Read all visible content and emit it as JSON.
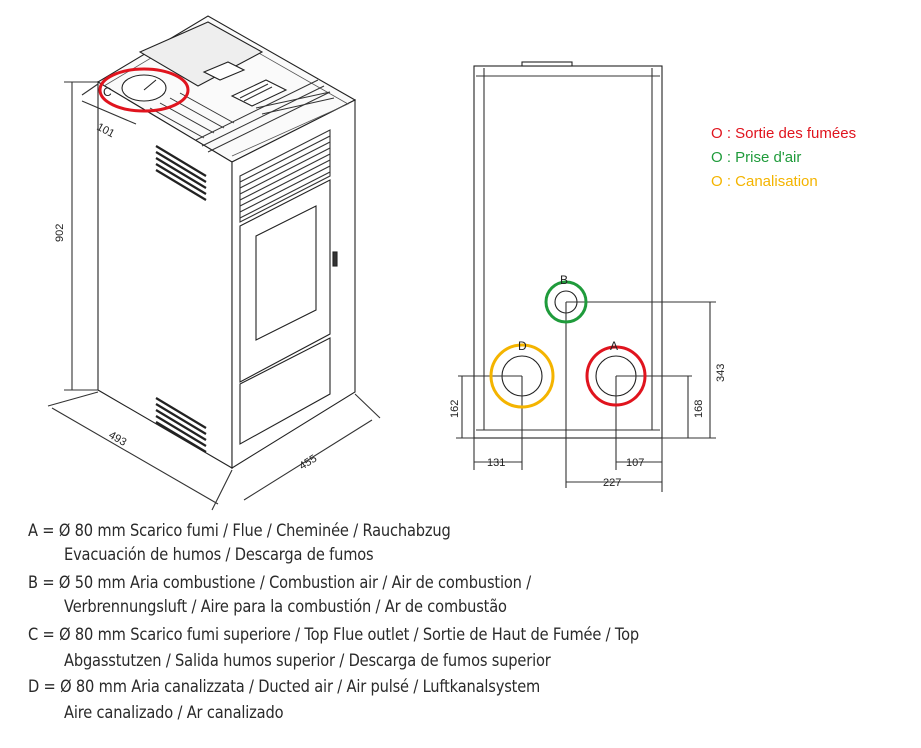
{
  "legend": {
    "red": "O : Sortie des fumées",
    "green": "O : Prise d'air",
    "yellow": "O : Canalisation",
    "colors": {
      "red": "#e0141e",
      "green": "#1f9b3b",
      "yellow": "#f4b400"
    }
  },
  "perspective_view": {
    "label_c": "C",
    "dim_depth_top": "101",
    "dim_height": "902",
    "dim_depth": "493",
    "dim_width": "455"
  },
  "rear_view": {
    "label_a": "A",
    "label_b": "B",
    "label_d": "D",
    "dim_343": "343",
    "dim_168": "168",
    "dim_162": "162",
    "dim_131": "131",
    "dim_107": "107",
    "dim_227": "227"
  },
  "descriptions": {
    "a_line1": "A = Ø 80 mm  Scarico fumi / Flue / Cheminée / Rauchabzug",
    "a_line2": "Evacuación de humos / Descarga de fumos",
    "b_line1": "B = Ø 50 mm  Aria combustione / Combustion air / Air de combustion /",
    "b_line2": "Verbrennungsluft / Aire para la combustión / Ar de combustão",
    "c_line1": "C = Ø 80 mm  Scarico fumi superiore / Top Flue outlet / Sortie de Haut de Fumée / Top",
    "c_line2": "Abgasstutzen / Salida humos superior / Descarga de fumos superior",
    "d_line1": "D = Ø 80 mm  Aria canalizzata / Ducted air / Air pulsé / Luftkanalsystem",
    "d_line2": "Aire canalizado / Ar canalizado"
  }
}
